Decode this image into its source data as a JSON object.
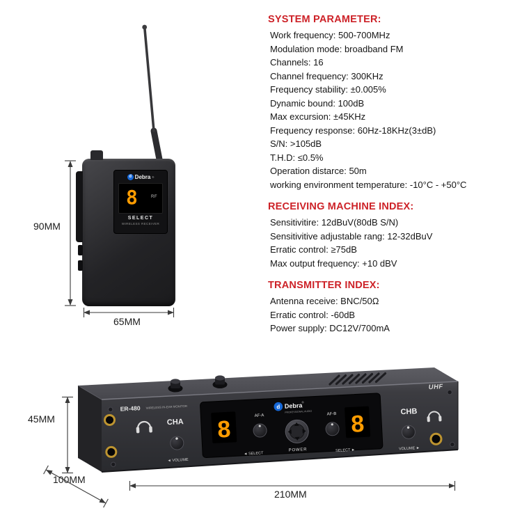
{
  "colors": {
    "heading_red": "#cd2228",
    "display_orange": "#ff9c00",
    "logo_blue": "#1668d8",
    "jack_gold": "#bd9430"
  },
  "specs": {
    "system": {
      "title": "SYSTEM PARAMETER:",
      "lines": [
        "Work frequency:  500-700MHz",
        "Modulation mode:  broadband FM",
        "Channels:  16",
        "Channel frequency:  300KHz",
        "Frequency stability:  ±0.005%",
        "Dynamic bound:  100dB",
        "Max excursion:  ±45KHz",
        "Frequency response:  60Hz-18KHz(3±dB)",
        "S/N:  >105dB",
        "T.H.D:  ≤0.5%",
        "Operation distarce:  50m",
        "working environment temperature:  -10°C - +50°C"
      ]
    },
    "receiving": {
      "title": "RECEIVING MACHINE INDEX:",
      "lines": [
        "Sensitivitire:  12dBuV(80dB S/N)",
        "Sensitivitive adjustable rang:  12-32dBuV",
        "Erratic control:  ≥75dB",
        "Max output frequency:  +10 dBV"
      ]
    },
    "transmitter": {
      "title": "TRANSMITTER INDEX:",
      "lines": [
        "Antenna receive:  BNC/50Ω",
        "Erratic control:  -60dB",
        "Power supply:  DC12V/700mA"
      ]
    }
  },
  "dimensions": {
    "bodypack_height": "90MM",
    "bodypack_width": "65MM",
    "rack_height": "45MM",
    "rack_depth": "100MM",
    "rack_width": "210MM"
  },
  "bodypack": {
    "brand": "Debra",
    "reg": "®",
    "logo_letter": "d",
    "display_digit": "8",
    "rf_label": "RF",
    "select_label": "SELECT",
    "device_label": "WIRELESS RECEIVER"
  },
  "rack": {
    "model": "ER-480",
    "model_sub": "WIRELESS IN-EAR MONITOR",
    "uhf_label": "UHF",
    "brand": "Debra",
    "reg": "®",
    "logo_letter": "d",
    "brand_sub": "PROFESSIONAL AUDIO",
    "cha_label": "CHA",
    "chb_label": "CHB",
    "volume_left": "◄ VOLUME",
    "volume_right": "VOLUME ►",
    "af_a": "AF-A",
    "af_b": "AF-B",
    "power_label": "POWER",
    "select_left": "◄ SELECT",
    "select_right": "SELECT ►",
    "digit_a": "8",
    "digit_b": "8"
  }
}
